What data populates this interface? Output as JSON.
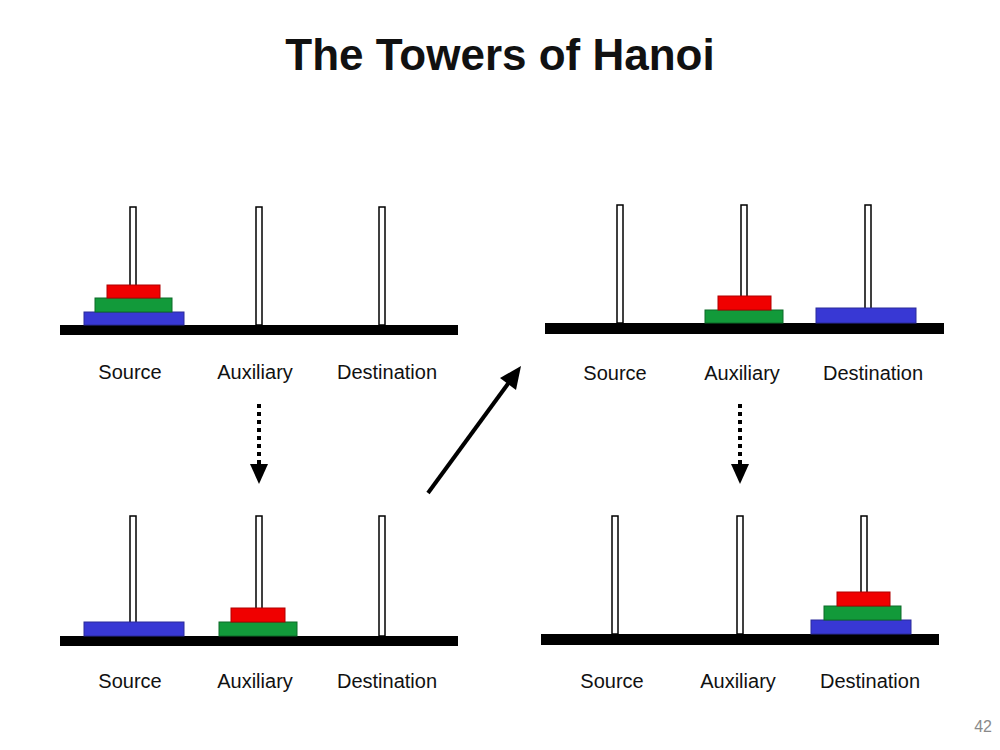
{
  "diagram": {
    "title": "The Towers of Hanoi",
    "labels": [
      "Source",
      "Auxiliary",
      "Destination",
      "Source",
      "Auxiliary",
      "Destination",
      "Source",
      "Auxiliary",
      "Destination",
      "Source",
      "Auxiliary",
      "Destination",
      "42"
    ]
  }
}
